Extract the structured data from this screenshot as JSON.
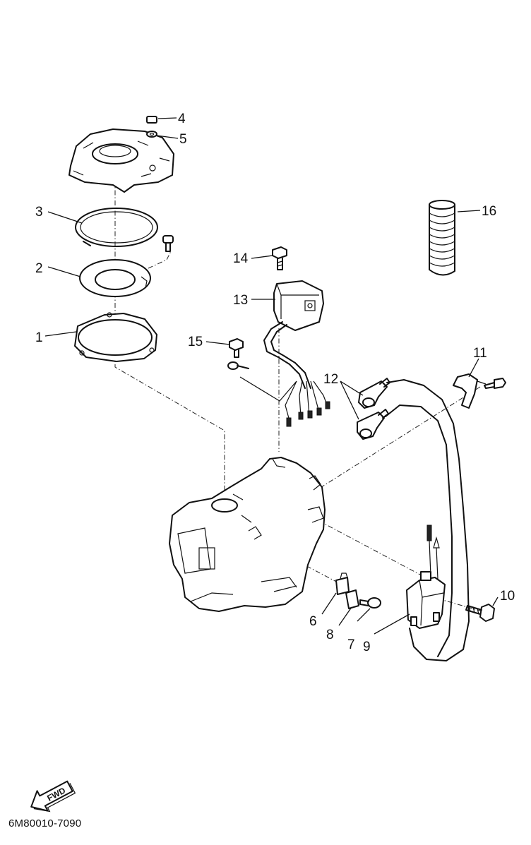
{
  "diagram": {
    "callouts": {
      "p1": "1",
      "p2": "2",
      "p3": "3",
      "p4": "4",
      "p5": "5",
      "p6": "6",
      "p7": "7",
      "p8": "8",
      "p9": "9",
      "p10": "10",
      "p11": "11",
      "p12": "12",
      "p13": "13",
      "p14": "14",
      "p15": "15",
      "p16": "16"
    },
    "fwd_label": "FWD",
    "drawing_code": "6M80010-7090"
  },
  "colors": {
    "line": "#111111",
    "background": "#ffffff"
  }
}
